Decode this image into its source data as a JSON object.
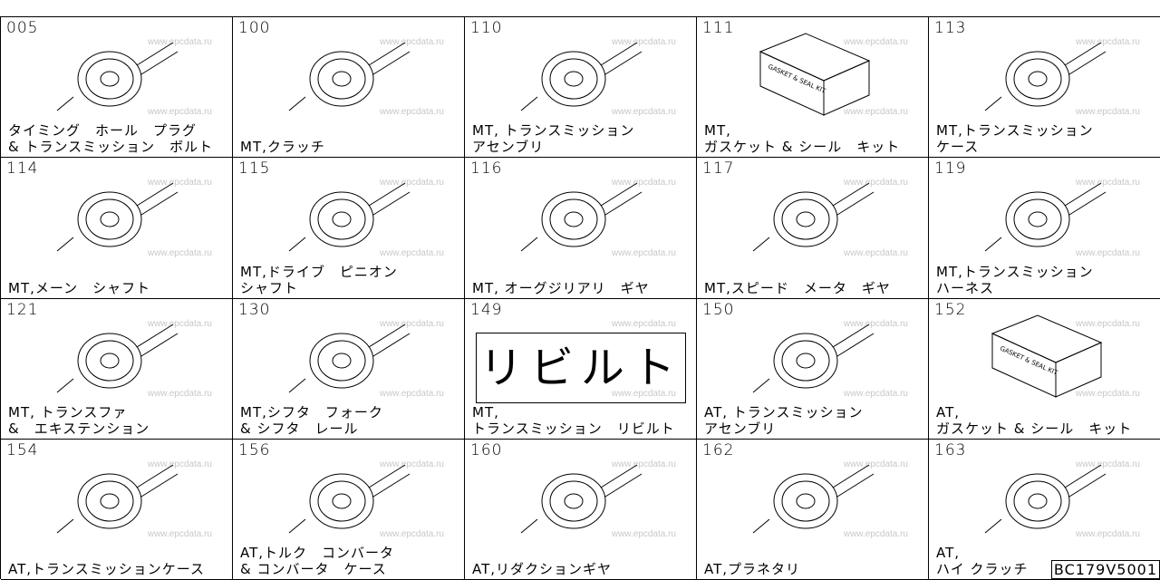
{
  "watermark": "www.epcdata.ru",
  "code": "BC179V5001",
  "cells": [
    {
      "num": "005",
      "lines": [
        "タイミング　ホール　プラグ",
        "& トランスミッション　ボルト"
      ],
      "icon": "timing-hole-plug"
    },
    {
      "num": "100",
      "lines": [
        "MT,クラッチ"
      ],
      "icon": "clutch"
    },
    {
      "num": "110",
      "lines": [
        "MT,  トランスミッション",
        "アセンブリ"
      ],
      "icon": "transmission-assembly"
    },
    {
      "num": "111",
      "lines": [
        "MT,",
        "ガスケット & シール　キット"
      ],
      "icon": "gasket-kit-box",
      "box_text": "GASKET & SEAL KIT"
    },
    {
      "num": "113",
      "lines": [
        "MT,トランスミッション",
        "ケース"
      ],
      "icon": "transmission-case"
    },
    {
      "num": "114",
      "lines": [
        "MT,メーン　シャフト"
      ],
      "icon": "main-shaft"
    },
    {
      "num": "115",
      "lines": [
        "MT,ドライブ　ピニオン",
        "シャフト"
      ],
      "icon": "drive-pinion-shaft"
    },
    {
      "num": "116",
      "lines": [
        "MT,  オーグジリアリ　ギヤ"
      ],
      "icon": "auxiliary-gear"
    },
    {
      "num": "117",
      "lines": [
        "MT,スピード　メータ　ギヤ"
      ],
      "icon": "speedometer-gear"
    },
    {
      "num": "119",
      "lines": [
        "MT,トランスミッション",
        "ハーネス"
      ],
      "icon": "harness"
    },
    {
      "num": "121",
      "lines": [
        "MT,  トランスファ",
        "&　エキステンション"
      ],
      "icon": "transfer"
    },
    {
      "num": "130",
      "lines": [
        "MT,シフタ　フォーク",
        "& シフタ　レール"
      ],
      "icon": "shifter-fork"
    },
    {
      "num": "149",
      "lines": [
        "MT,",
        "トランスミッション　リビルト"
      ],
      "icon": "rebuilt",
      "rebuilt_text": "リビルト"
    },
    {
      "num": "150",
      "lines": [
        "AT,  トランスミッション",
        "アセンブリ"
      ],
      "icon": "at-transmission-assembly"
    },
    {
      "num": "152",
      "lines": [
        "AT,",
        "ガスケット & シール　キット"
      ],
      "icon": "gasket-kit-box",
      "box_text": "GASKET & SEAL KIT"
    },
    {
      "num": "154",
      "lines": [
        "AT,トランスミッションケース"
      ],
      "icon": "at-transmission-case"
    },
    {
      "num": "156",
      "lines": [
        "AT,トルク　コンバータ",
        "& コンバータ　ケース"
      ],
      "icon": "torque-converter"
    },
    {
      "num": "160",
      "lines": [
        "AT,リダクションギヤ"
      ],
      "icon": "reduction-gear"
    },
    {
      "num": "162",
      "lines": [
        "AT,プラネタリ"
      ],
      "icon": "planetary"
    },
    {
      "num": "163",
      "lines": [
        "AT,",
        "ハイ クラッチ"
      ],
      "icon": "high-clutch"
    }
  ]
}
